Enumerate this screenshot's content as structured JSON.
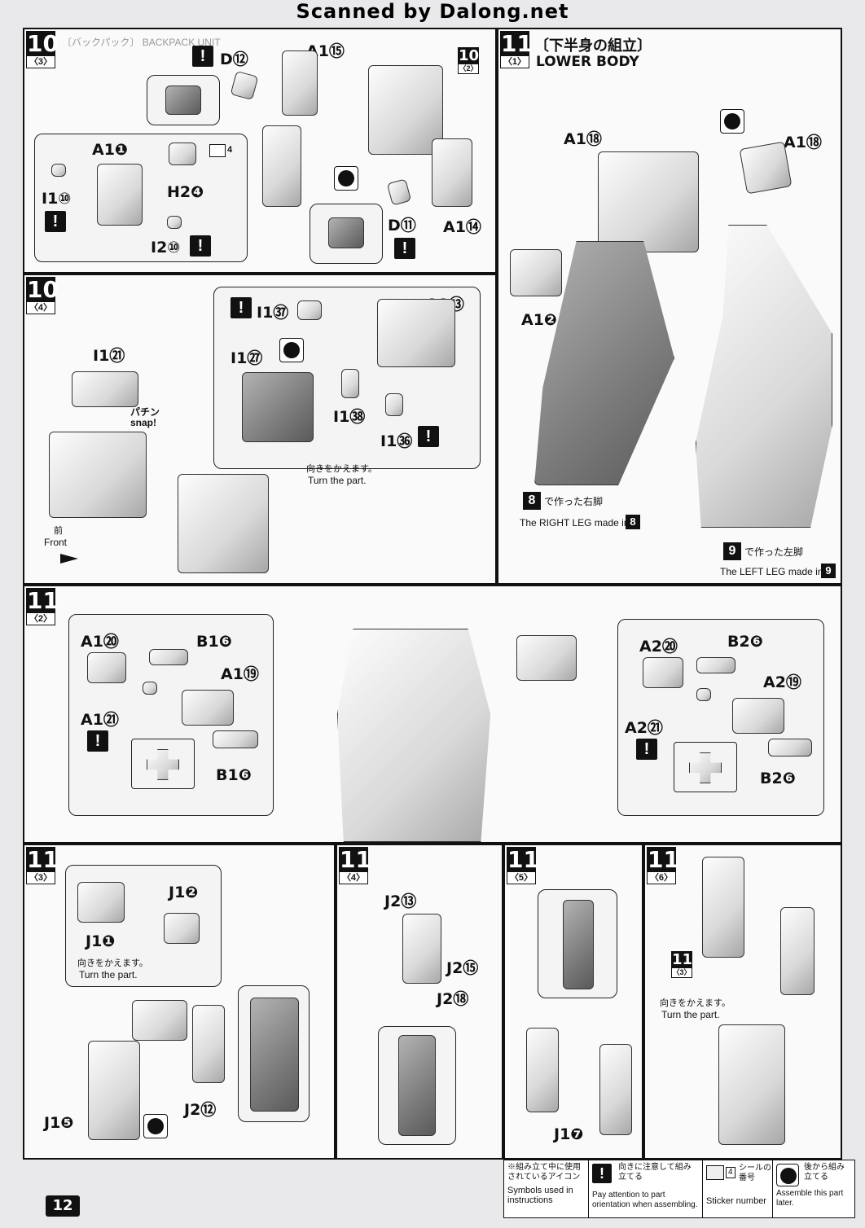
{
  "watermark": "Scanned by Dalong.net",
  "page_number": "12",
  "step10_3": {
    "step": "10",
    "sub": "〈3〉",
    "title": "〔バックパック〕 BACKPACK UNIT",
    "callout_step": "10",
    "callout_sub": "〈2〉",
    "labels": {
      "d12": "D⑫",
      "a115": "A1⑮",
      "a11": "A1❶",
      "h24": "H2❹",
      "i110": "I1⑩",
      "i210": "I2⑩",
      "d11": "D⑪",
      "a114": "A1⑭",
      "sticker": "4"
    }
  },
  "step10_4": {
    "step": "10",
    "sub": "〈4〉",
    "labels": {
      "i121": "I1㉑",
      "i137": "I1㊲",
      "a113": "A1⑬",
      "i127": "I1㉗",
      "i138": "I1㊳",
      "i136": "I1㊱"
    },
    "snap": "パチン snap!",
    "turn_jp": "向きをかえます。",
    "turn_en": "Turn the part.",
    "front_jp": "前",
    "front_en": "Front"
  },
  "step11_1": {
    "step": "11",
    "sub": "〈1〉",
    "title_jp": "〔下半身の組立〕",
    "title_en": "LOWER BODY",
    "labels": {
      "a118_left": "A1⑱",
      "a118_right": "A1⑱",
      "a12": "A1❷"
    },
    "right_leg_jp": "で作った右脚",
    "right_leg_en": "The RIGHT LEG made in",
    "right_leg_step": "8",
    "left_leg_jp": "で作った左脚",
    "left_leg_en": "The LEFT LEG made in",
    "left_leg_step": "9"
  },
  "step11_2": {
    "step": "11",
    "sub": "〈2〉",
    "left_labels": {
      "a120": "A1⑳",
      "b16_top": "B1❻",
      "a119": "A1⑲",
      "a121": "A1㉑",
      "b16_bottom": "B1❻"
    },
    "right_labels": {
      "a220": "A2⑳",
      "b26_top": "B2❻",
      "a219": "A2⑲",
      "a221": "A2㉑",
      "b26_bottom": "B2❻"
    }
  },
  "step11_3": {
    "step": "11",
    "sub": "〈3〉",
    "labels": {
      "j12": "J1❷",
      "j11": "J1❶",
      "j212": "J2⑫",
      "j15": "J1❺"
    },
    "turn_jp": "向きをかえます。",
    "turn_en": "Turn the part."
  },
  "step11_4": {
    "step": "11",
    "sub": "〈4〉",
    "labels": {
      "j213": "J2⑬",
      "j215": "J2⑮",
      "j218": "J2⑱"
    }
  },
  "step11_5": {
    "step": "11",
    "sub": "〈5〉",
    "labels": {
      "j17": "J1❼"
    }
  },
  "step11_6": {
    "step": "11",
    "sub": "〈6〉",
    "callout_step": "11",
    "callout_sub": "〈3〉",
    "turn_jp": "向きをかえます。",
    "turn_en": "Turn the part."
  },
  "legend": {
    "symbols_jp": "※組み立て中に使用されているアイコン",
    "symbols_en": "Symbols used in instructions",
    "attention_jp": "向きに注意して組み立てる",
    "attention_en": "Pay attention to part orientation when assembling.",
    "sticker_jp": "シールの番号",
    "sticker_num": "4",
    "sticker_en": "Sticker number",
    "later_jp": "後から組み立てる",
    "later_en": "Assemble this part later."
  }
}
